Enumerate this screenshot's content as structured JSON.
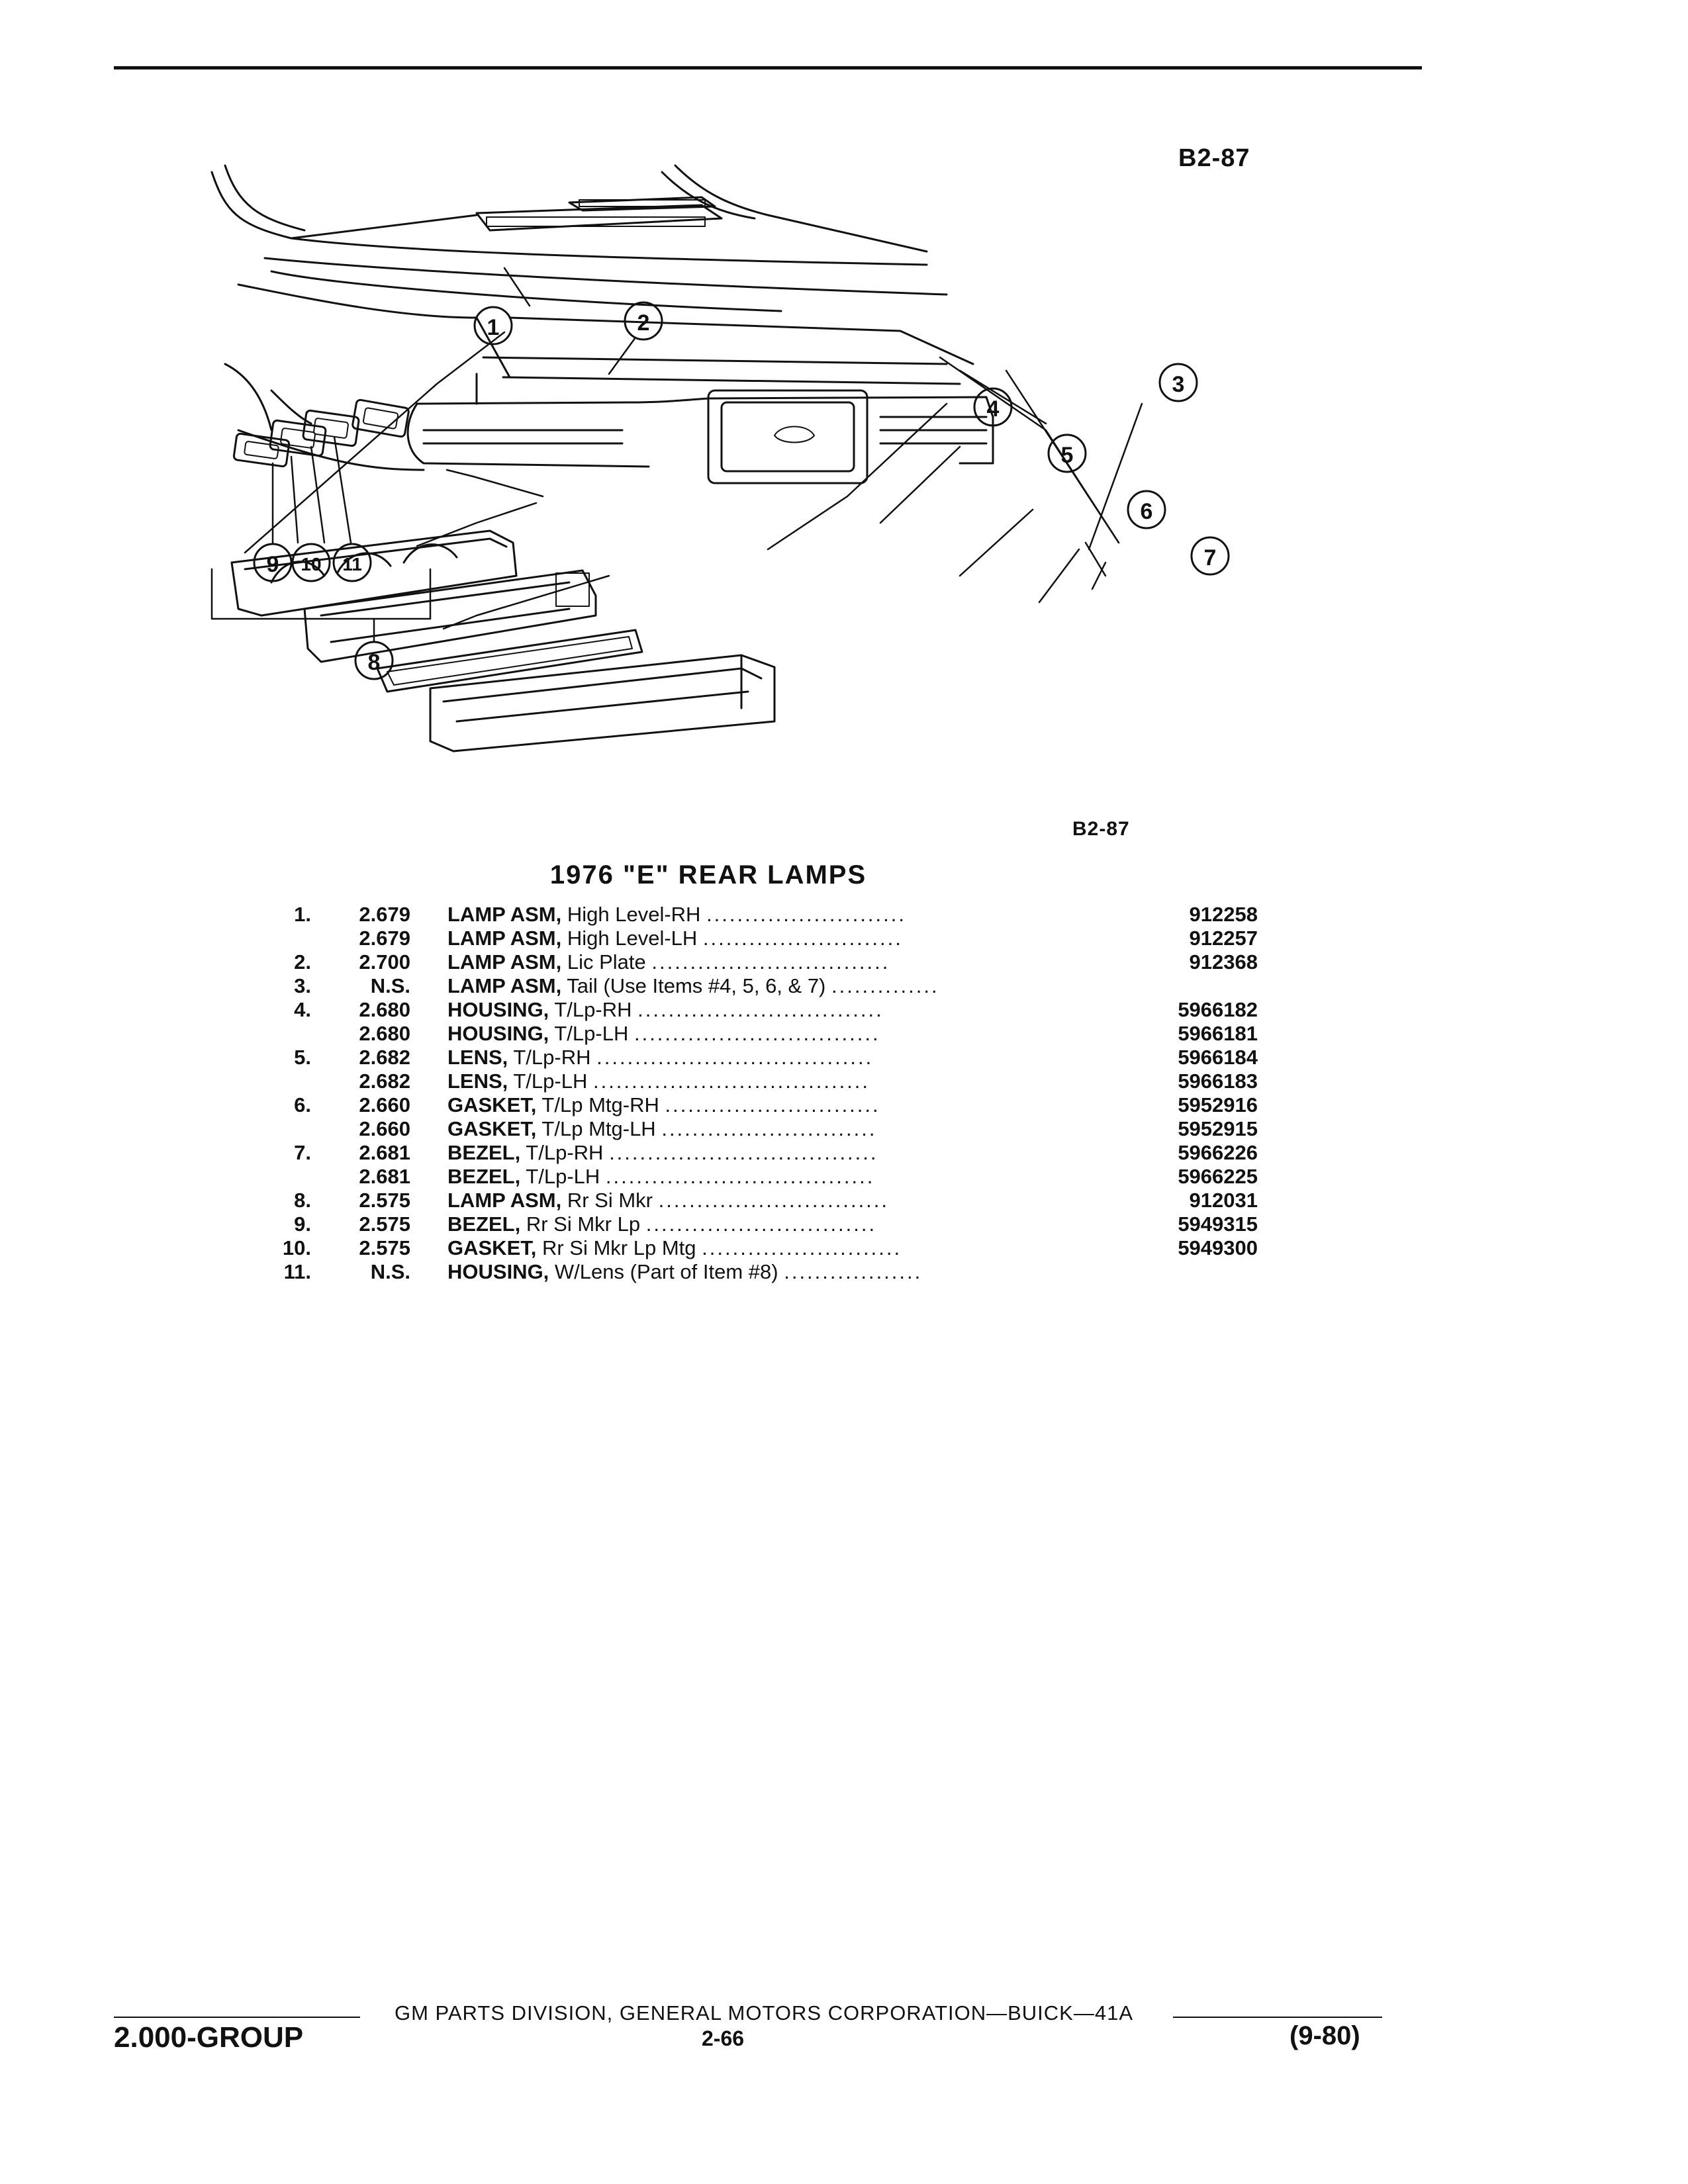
{
  "figure_code_top": "B2-87",
  "figure_code_bottom": "B2-87",
  "callouts": [
    "1",
    "2",
    "3",
    "4",
    "5",
    "6",
    "7",
    "8",
    "9",
    "10",
    "11"
  ],
  "title": "1976 \"E\" REAR LAMPS",
  "parts": [
    {
      "item": "1.",
      "group": "2.679",
      "name": "LAMP ASM,",
      "detail": "High Level-RH",
      "leader": "..........................",
      "part_no": "912258"
    },
    {
      "item": "",
      "group": "2.679",
      "name": "LAMP ASM,",
      "detail": "High Level-LH",
      "leader": "..........................",
      "part_no": "912257"
    },
    {
      "item": "2.",
      "group": "2.700",
      "name": "LAMP ASM,",
      "detail": "Lic Plate",
      "leader": "...............................",
      "part_no": "912368"
    },
    {
      "item": "3.",
      "group": "N.S.",
      "name": "LAMP ASM,",
      "detail": "Tail (Use Items #4, 5, 6, & 7)",
      "leader": "..............",
      "part_no": ""
    },
    {
      "item": "4.",
      "group": "2.680",
      "name": "HOUSING,",
      "detail": "T/Lp-RH",
      "leader": "................................",
      "part_no": "5966182"
    },
    {
      "item": "",
      "group": "2.680",
      "name": "HOUSING,",
      "detail": "T/Lp-LH",
      "leader": "................................",
      "part_no": "5966181"
    },
    {
      "item": "5.",
      "group": "2.682",
      "name": "LENS,",
      "detail": "T/Lp-RH",
      "leader": "....................................",
      "part_no": "5966184"
    },
    {
      "item": "",
      "group": "2.682",
      "name": "LENS,",
      "detail": "T/Lp-LH",
      "leader": "....................................",
      "part_no": "5966183"
    },
    {
      "item": "6.",
      "group": "2.660",
      "name": "GASKET,",
      "detail": "T/Lp Mtg-RH",
      "leader": "............................",
      "part_no": "5952916"
    },
    {
      "item": "",
      "group": "2.660",
      "name": "GASKET,",
      "detail": "T/Lp Mtg-LH",
      "leader": "............................",
      "part_no": "5952915"
    },
    {
      "item": "7.",
      "group": "2.681",
      "name": "BEZEL,",
      "detail": "T/Lp-RH",
      "leader": "...................................",
      "part_no": "5966226"
    },
    {
      "item": "",
      "group": "2.681",
      "name": "BEZEL,",
      "detail": "T/Lp-LH",
      "leader": "...................................",
      "part_no": "5966225"
    },
    {
      "item": "8.",
      "group": "2.575",
      "name": "LAMP ASM,",
      "detail": "Rr Si Mkr",
      "leader": "..............................",
      "part_no": "912031"
    },
    {
      "item": "9.",
      "group": "2.575",
      "name": "BEZEL,",
      "detail": "Rr Si Mkr Lp",
      "leader": "..............................",
      "part_no": "5949315"
    },
    {
      "item": "10.",
      "group": "2.575",
      "name": "GASKET,",
      "detail": "Rr Si Mkr Lp Mtg",
      "leader": "..........................",
      "part_no": "5949300"
    },
    {
      "item": "11.",
      "group": "N.S.",
      "name": "HOUSING,",
      "detail": "W/Lens (Part of Item #8)",
      "leader": "..................",
      "part_no": ""
    }
  ],
  "footer": {
    "publisher": "GM PARTS DIVISION, GENERAL MOTORS CORPORATION—BUICK—41A",
    "group": "2.000-GROUP",
    "page": "2-66",
    "date": "(9-80)"
  }
}
